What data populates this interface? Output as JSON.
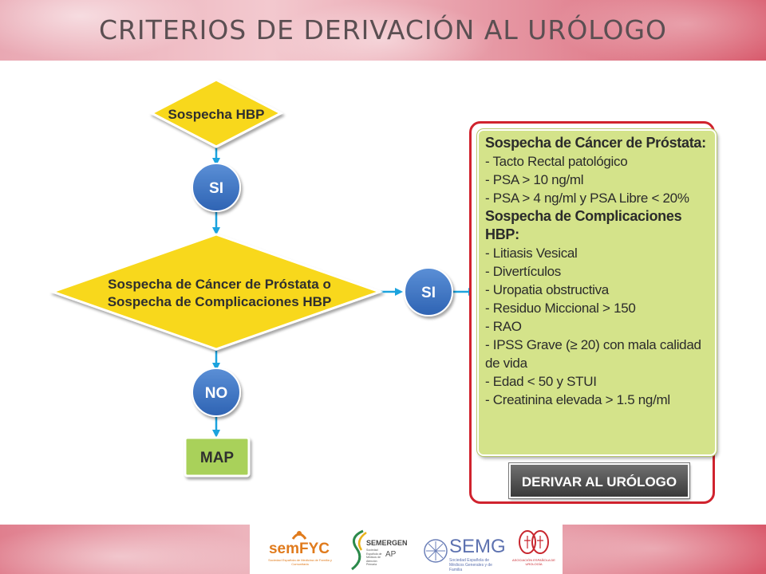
{
  "slide": {
    "title": "CRITERIOS DE DERIVACIÓN AL URÓLOGO"
  },
  "flow": {
    "start": "Sospecha HBP",
    "yes1": "SI",
    "decision_line1": "Sospecha de Cáncer de Próstata o",
    "decision_line2": "Sospecha de Complicaciones HBP",
    "yes2": "SI",
    "no": "NO",
    "map": "MAP"
  },
  "criteria": {
    "cancer_header": "Sospecha de Cáncer de Próstata:",
    "cancer_items": [
      "- Tacto Rectal patológico",
      "- PSA > 10 ng/ml",
      "- PSA > 4 ng/ml y PSA Libre < 20%"
    ],
    "complications_header": "Sospecha de Complicaciones HBP:",
    "complications_items": [
      "- Litiasis Vesical",
      "- Divertículos",
      "- Uropatia obstructiva",
      "- Residuo Miccional > 150",
      "- RAO",
      "- IPSS Grave (≥ 20) con mala calidad de vida",
      "- Edad < 50 y STUI",
      "- Creatinina elevada > 1.5 ng/ml"
    ]
  },
  "action": {
    "derivar": "DERIVAR AL URÓLOGO"
  },
  "logos": {
    "semfyc_name": "semFYC",
    "semfyc_sub": "Sociedad Española de Medicina de Familia y Comunitaria",
    "semergen_name": "SEMERGEN",
    "semergen_ap": "AP",
    "semergen_sub": "Sociedad Española de Médicos de Atención Primaria",
    "semg_name": "SEMG",
    "semg_sub": "Sociedad Española de Médicos Generales y de Familia",
    "aeu_sub": "ASOCIACIÓN ESPAÑOLA DE UROLOGÍA"
  },
  "colors": {
    "diamond_fill": "#f8d81a",
    "diamond_border": "#ffffff",
    "circle_fill": "#3d77c6",
    "arrow": "#1ba3de",
    "criteria_fill": "#d4e38a",
    "map_fill": "#a9d15a",
    "frame_red": "#d0232e",
    "derivar_fill": "#4a4a4a"
  }
}
